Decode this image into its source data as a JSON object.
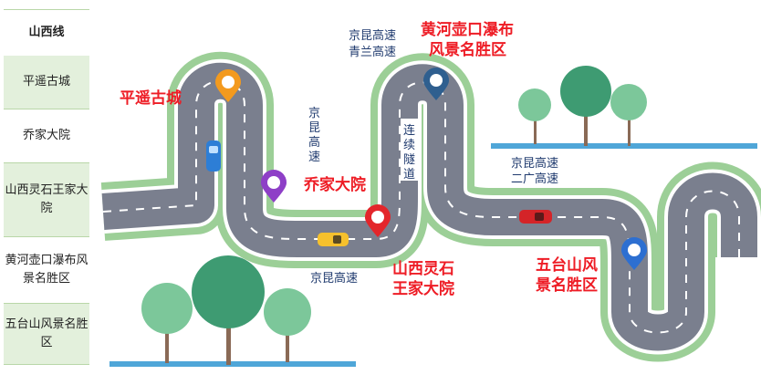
{
  "table": {
    "header": "山西线",
    "rows": [
      "平遥古城",
      "乔家大院",
      "山西灵石王家大院",
      "黄河壶口瀑布风景名胜区",
      "五台山风景名胜区"
    ]
  },
  "map": {
    "place_labels": {
      "pingyao": "平遥古城",
      "qiaojia": "乔家大院",
      "wangjia_line1": "山西灵石",
      "wangjia_line2": "王家大院",
      "hukou_line1": "黄河壶口瀑布",
      "hukou_line2": "风景名胜区",
      "wutai_line1": "五台山风",
      "wutai_line2": "景名胜区"
    },
    "road_labels": {
      "jingkun_vertical": [
        "京",
        "昆",
        "高",
        "速"
      ],
      "jingkun_bottom": "京昆高速",
      "jingkun_top_line1": "京昆高速",
      "jingkun_top_line2": "青兰高速",
      "tunnel": [
        "连",
        "续",
        "隧",
        "道"
      ],
      "erguang_line1": "京昆高速",
      "erguang_line2": "二广高速"
    },
    "colors": {
      "road": "#7a7f8e",
      "road_border": "#a3d39c",
      "river": "#4fa6d8",
      "tree": "#3e9b72",
      "tree_light": "#7cc79a",
      "trunk": "#8a6a56",
      "pin_orange": "#f39a1e",
      "pin_purple": "#8e3fc7",
      "pin_red": "#e3262b",
      "pin_navy": "#2f5f8f",
      "pin_blue": "#2d6fd1"
    },
    "icons": [
      "map-pin-icon",
      "car-icon",
      "tree-icon"
    ]
  }
}
